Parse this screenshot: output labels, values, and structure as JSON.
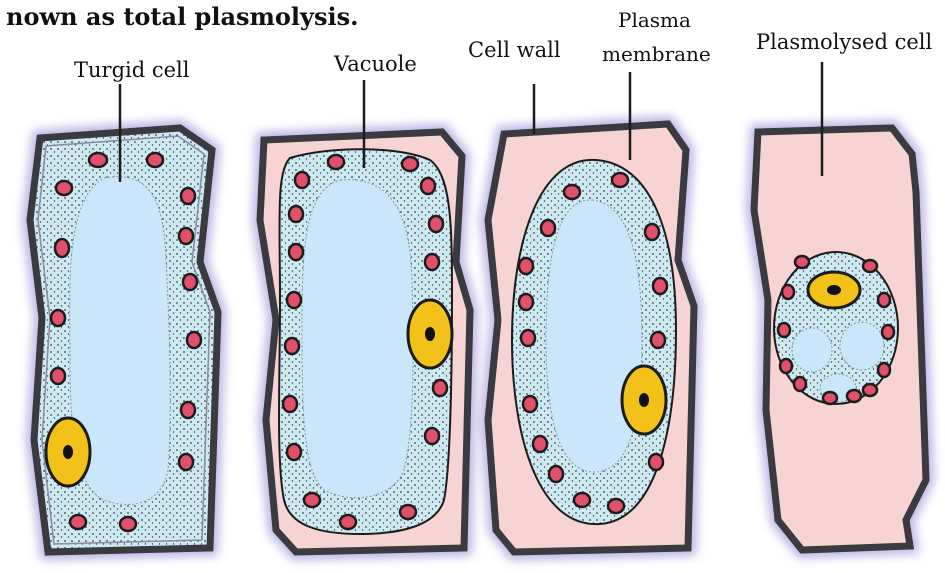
{
  "caption": "nown as total plasmolysis.",
  "labels": {
    "turgid_cell": "Turgid cell",
    "vacuole": "Vacuole",
    "cell_wall": "Cell wall",
    "plasma_line1": "Plasma",
    "plasma_line2": "membrane",
    "plasmolysed_cell": "Plasmolysed cell"
  },
  "colors": {
    "wall": "#3a3a40",
    "wall_glow": "#b9b3e6",
    "cytoplasm": "#cfe9f2",
    "vacuole": "#c9e6fb",
    "gap": "#f7d3d3",
    "chloroplast": "#e0506a",
    "nucleus": "#f2c21a"
  }
}
